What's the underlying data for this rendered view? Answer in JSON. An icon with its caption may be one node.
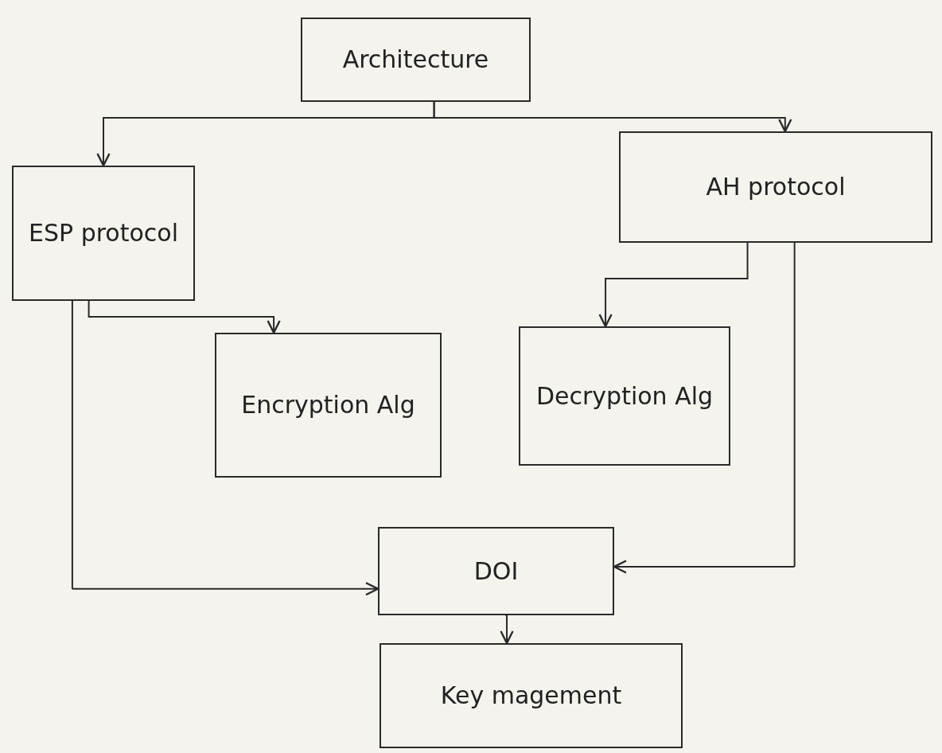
{
  "diagram": {
    "nodes": [
      {
        "text": [
          "Architecture"
        ]
      },
      {
        "text": [
          "ESP protocol"
        ]
      },
      {
        "text": [
          "AH protocol"
        ]
      },
      {
        "text": [
          "Encryption Alg"
        ]
      },
      {
        "text": [
          "Decryption Alg"
        ]
      },
      {
        "text": [
          "DOI"
        ]
      },
      {
        "text": [
          "Key magement"
        ]
      }
    ],
    "edges": [
      {
        "from": 0,
        "to": 1,
        "arrow": "to"
      },
      {
        "from": 0,
        "to": 2,
        "arrow": "to"
      },
      {
        "from": 1,
        "to": 3,
        "arrow": "to"
      },
      {
        "from": 2,
        "to": 4,
        "arrow": "to"
      },
      {
        "from": 1,
        "to": 5,
        "arrow": "to"
      },
      {
        "from": 2,
        "to": 5,
        "arrow": "to"
      },
      {
        "from": 5,
        "to": 6,
        "arrow": "to"
      }
    ]
  }
}
